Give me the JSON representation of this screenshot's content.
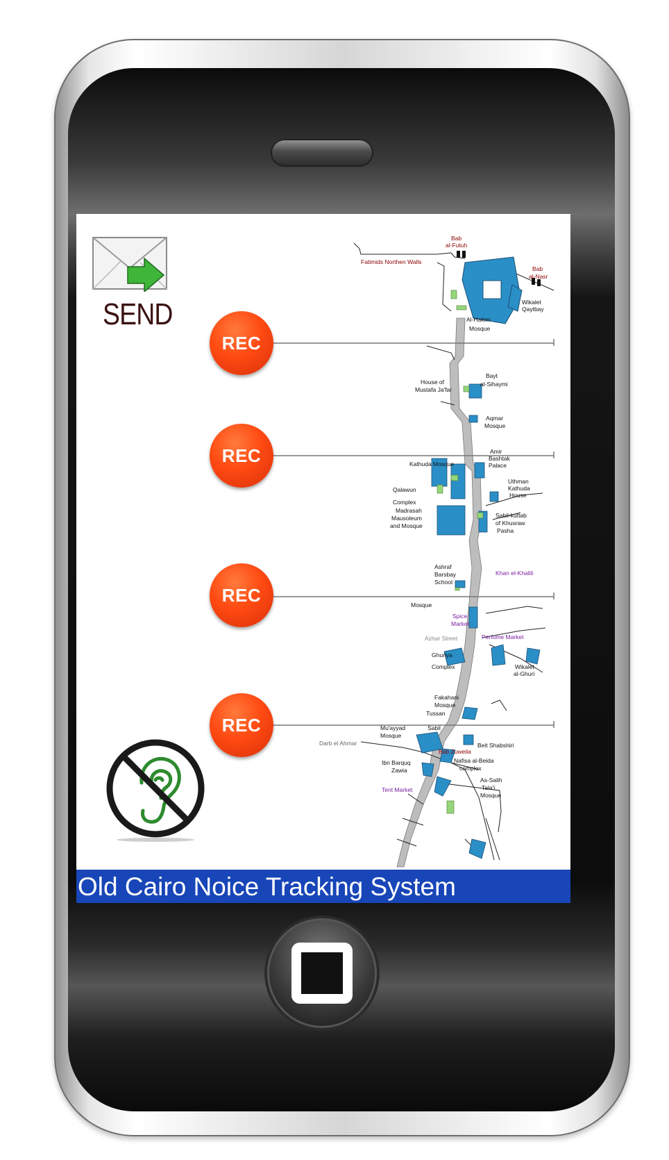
{
  "app": {
    "title": "Old Cairo Noice Tracking System",
    "accent_color": "#1846b8",
    "rec_color": "#ff4a12"
  },
  "send": {
    "label": "SEND",
    "icon": "envelope-send-icon"
  },
  "rec_buttons": [
    {
      "label": "REC"
    },
    {
      "label": "REC"
    },
    {
      "label": "REC"
    },
    {
      "label": "REC"
    }
  ],
  "mute": {
    "icon": "hearing-disabled-icon"
  },
  "map": {
    "labels": {
      "bab_al_futuh_1": "Bab",
      "bab_al_futuh_2": "al-Futuh",
      "fatimids_walls": "Fatimids Northen Walls",
      "bab_al_nasr_1": "Bab",
      "bab_al_nasr_2": "al-Nasr",
      "wikalet_qaytbay_1": "Wikalet",
      "wikalet_qaytbay_2": "Qaytbay",
      "al_hakim_1": "Al-Hakim",
      "al_hakim_2": "Mosque",
      "house_mustafa_1": "House of",
      "house_mustafa_2": "Mustafa Ja'far",
      "bayt_sihaymi_1": "Bayt",
      "bayt_sihaymi_2": "al-Sihaymi",
      "aqmar_1": "Aqmar",
      "aqmar_2": "Mosque",
      "kathuda_mosque": "Kathuda Mosque",
      "amir_bashtak_1": "Amir",
      "amir_bashtak_2": "Bashtak",
      "amir_bashtak_3": "Palace",
      "uthman_1": "Uthman",
      "uthman_2": "Kathuda",
      "uthman_3": "House",
      "qalawun_1": "Qalawun",
      "qalawun_2": "Complex",
      "qalawun_3": "Madrasah",
      "qalawun_4": "Mausoleum",
      "qalawun_5": "and Mosque",
      "sabil_1": "Sabil-kuttab",
      "sabil_2": "of Khusraw",
      "sabil_3": "Pasha",
      "ashraf_1": "Ashraf",
      "ashraf_2": "Barsbay",
      "ashraf_3": "School",
      "khan": "Khan el-Khalili",
      "mosque_small": "Mosque",
      "spice_1": "Spice",
      "spice_2": "Market",
      "azhar": "Azhar Street",
      "perfume": "Perfume Market",
      "ghuriya_1": "Ghuriya",
      "ghuriya_2": "Complex",
      "wikalet_ghuri_1": "Wikalet",
      "wikalet_ghuri_2": "al-Ghuri",
      "fakahani_1": "Fakahani",
      "fakahani_2": "Mosque",
      "tussan": "Tussan",
      "muayyad_1": "Mu'ayyad",
      "muayyad_2": "Mosque",
      "sabil_small": "Sabil",
      "darb": "Darb el Ahmar",
      "beit": "Beit Shabshiri",
      "bab_zuweila": "Bab Zuweila",
      "nafisa_1": "Nafisa al-Beida",
      "nafisa_2": "complex",
      "ibn_barquq_1": "Ibn Barquq",
      "ibn_barquq_2": "Zawia",
      "as_salih_1": "As-Salih",
      "as_salih_2": "Tala'i",
      "as_salih_3": "Mosque",
      "tent": "Tent Market"
    }
  }
}
